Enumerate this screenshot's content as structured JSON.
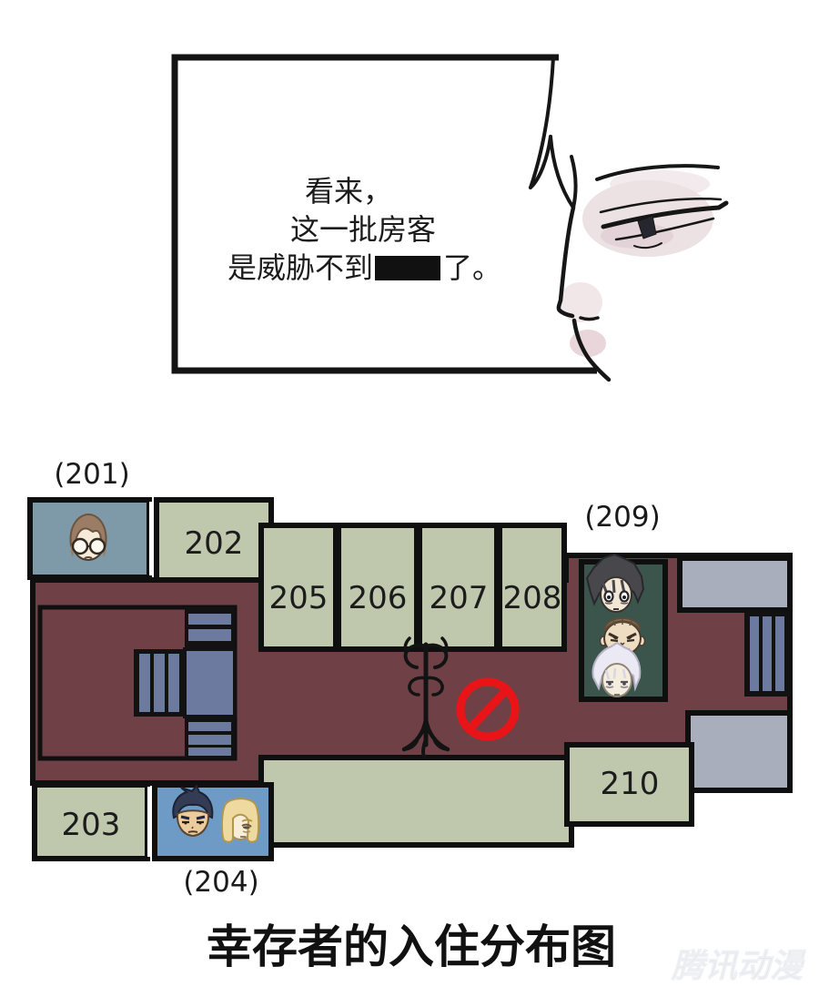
{
  "panel": {
    "dialogue": {
      "line1": "看来，",
      "line2": "这一批房客",
      "line3_pre": "是威胁不到",
      "line3_post": "了。"
    }
  },
  "plan": {
    "label_201": "(201)",
    "label_209": "(209)",
    "label_204": "(204)",
    "rooms": {
      "r202": "202",
      "r203": "203",
      "r205": "205",
      "r206": "206",
      "r207": "207",
      "r208": "208",
      "r210": "210"
    }
  },
  "caption": "幸存者的入住分布图",
  "watermark": "腾讯动漫",
  "colors": {
    "corridor": "#6f4147",
    "room_green": "#bfc7ad",
    "room_blue_201": "#7e99a7",
    "room_blue_204": "#6e9ac6",
    "room_dark_209": "#3b554d",
    "stair_bar": "#6b7a9e",
    "gray_area": "#a8aebb",
    "prohibition_red": "#e91418",
    "line_black": "#0f0f0f"
  }
}
